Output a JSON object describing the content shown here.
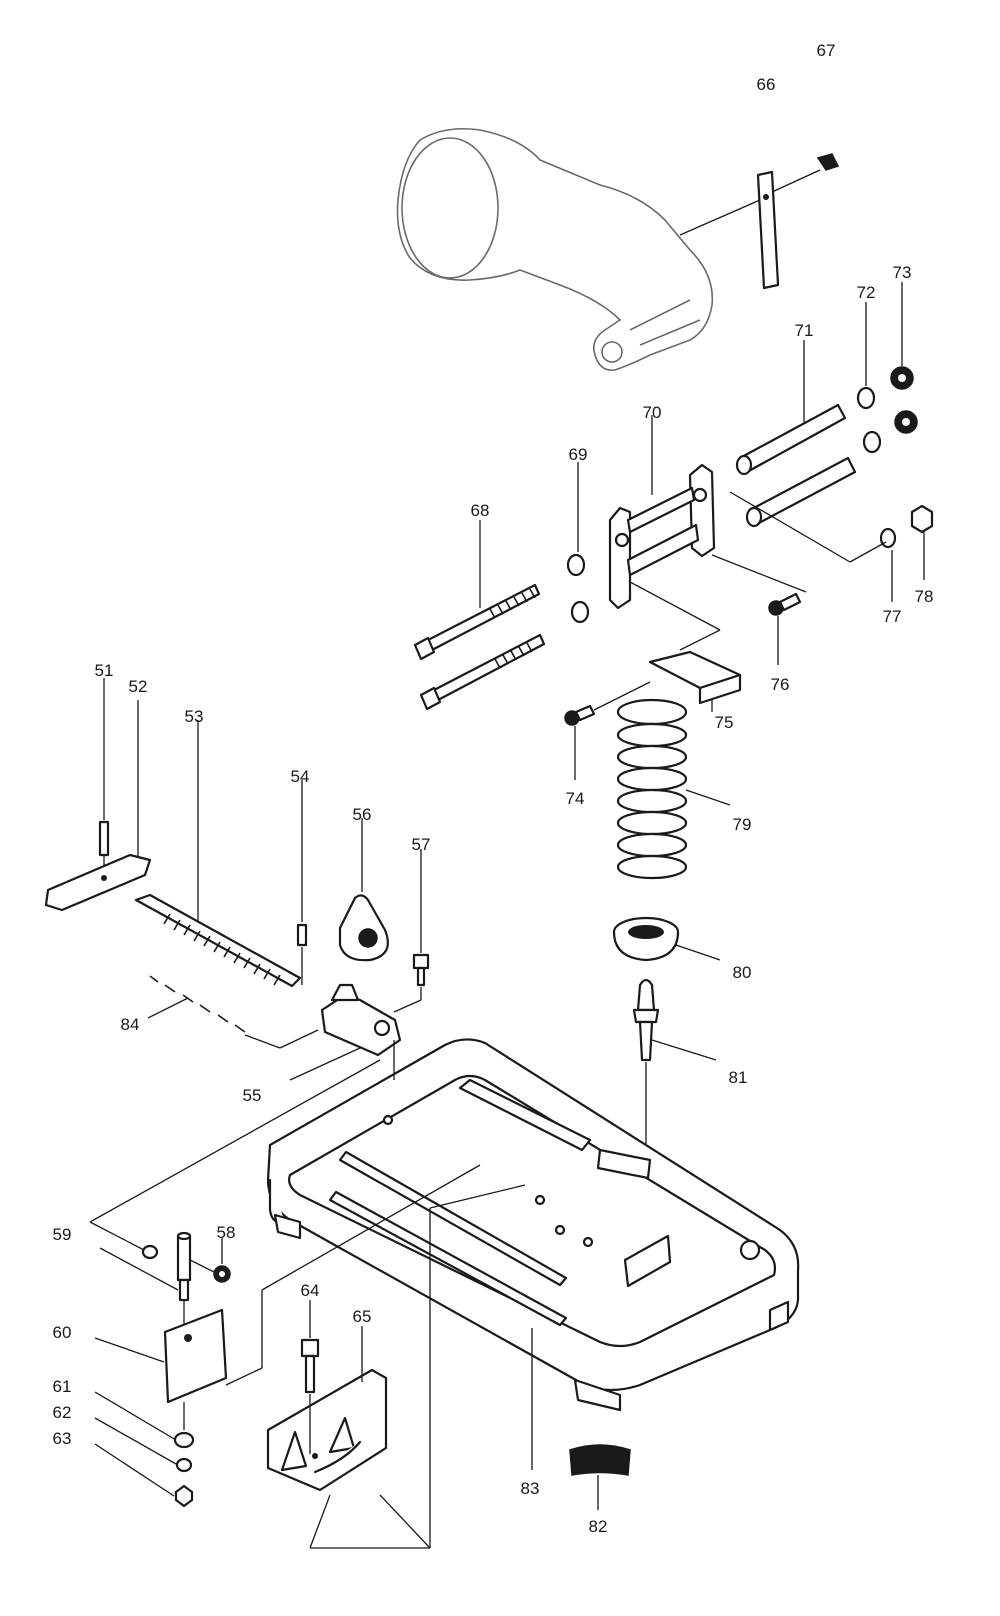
{
  "callouts": {
    "p51": "51",
    "p52": "52",
    "p53": "53",
    "p54": "54",
    "p55": "55",
    "p56": "56",
    "p57": "57",
    "p58": "58",
    "p59": "59",
    "p60": "60",
    "p61": "61",
    "p62": "62",
    "p63": "63",
    "p64": "64",
    "p65": "65",
    "p66": "66",
    "p67": "67",
    "p68": "68",
    "p69": "69",
    "p70": "70",
    "p71": "71",
    "p72": "72",
    "p73": "73",
    "p74": "74",
    "p75": "75",
    "p76": "76",
    "p77": "77",
    "p78": "78",
    "p79": "79",
    "p80": "80",
    "p81": "81",
    "p82": "82",
    "p83": "83",
    "p84": "84"
  }
}
